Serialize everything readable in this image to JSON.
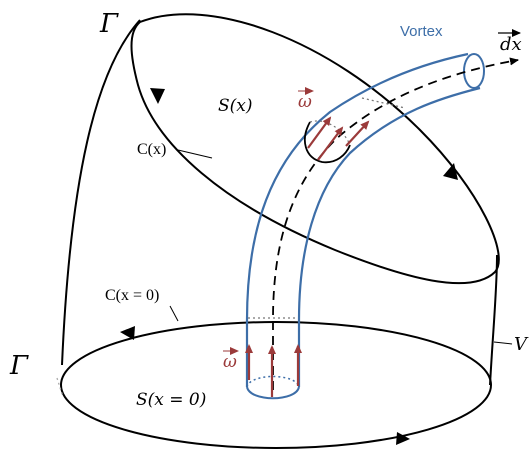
{
  "labels": {
    "gamma_top": "Γ",
    "gamma_left": "Γ",
    "s_x": "S(x)",
    "c_x": "C(x)",
    "c_x0": "C(x = 0)",
    "s_x0": "S(x = 0)",
    "omega_top": "ω",
    "omega_bottom": "ω",
    "vortex": "Vortex",
    "dx": "dx",
    "v_partial": "V"
  },
  "colors": {
    "outline": "#000000",
    "tube": "#3d6ea8",
    "arrow": "#9b3a3a",
    "vortex_text": "#3d6ea8"
  }
}
